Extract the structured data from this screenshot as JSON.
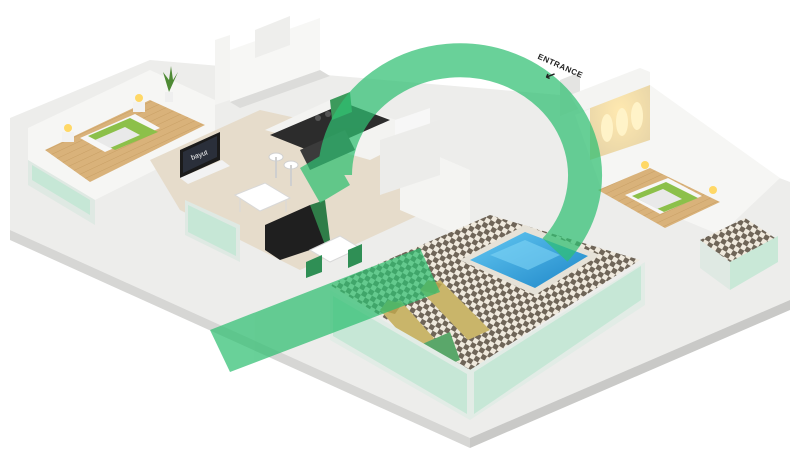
{
  "labels": {
    "entrance": "ENTRANCE",
    "tv_brand": "bayut"
  },
  "icons": {
    "entrance_arrow": "arrow-down-left-icon",
    "watermark": "bayut-logo-watermark"
  },
  "colors": {
    "wall": "#f4f4f2",
    "wall_side": "#dcdcda",
    "floor_wood": "#d9b27a",
    "floor_tile": "#e6dccb",
    "bed_linen": "#8cc04a",
    "pool_water": "#3aa7e0",
    "glass_rail": "#bfe6d2",
    "checker_dark": "#6f6558",
    "checker_light": "#efe9dd",
    "lounger": "#c9b56a",
    "watermark": "#2fbf71"
  }
}
